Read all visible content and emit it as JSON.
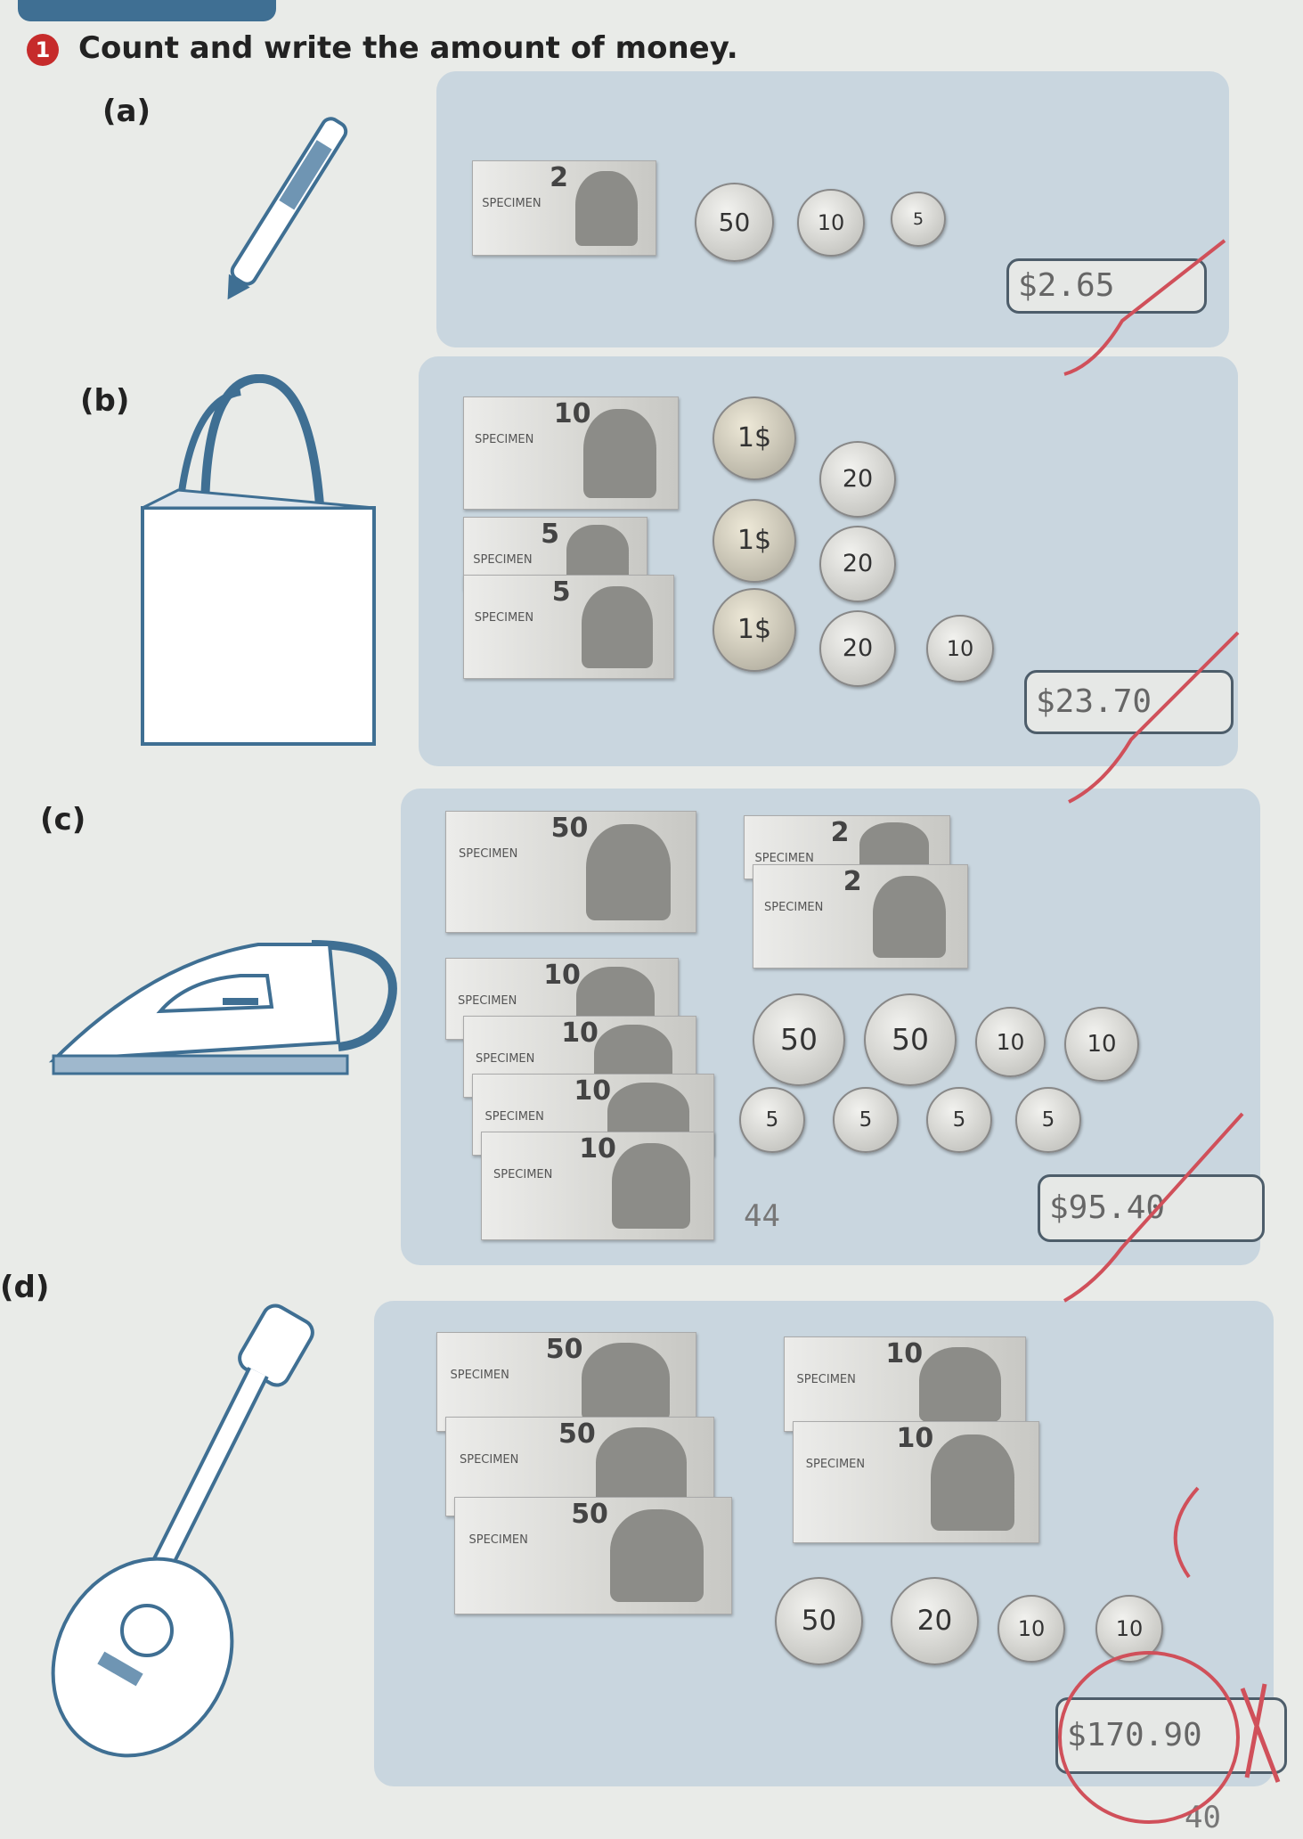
{
  "question": {
    "number": "1",
    "text": "Count and write the amount of money."
  },
  "sections": [
    {
      "label": "(a)",
      "item": "pencil",
      "notes": [
        "2"
      ],
      "coins": [
        "50",
        "10",
        "5"
      ],
      "answer": "$2.65",
      "mark": "tick"
    },
    {
      "label": "(b)",
      "item": "bag",
      "notes": [
        "10",
        "5",
        "5"
      ],
      "coins": [
        "1$",
        "20",
        "1$",
        "20",
        "1$",
        "20",
        "10"
      ],
      "answer": "$23.70",
      "mark": "tick"
    },
    {
      "label": "(c)",
      "item": "iron",
      "notes": [
        "50",
        "2",
        "2",
        "10",
        "10",
        "10",
        "10"
      ],
      "coins": [
        "50",
        "50",
        "10",
        "10",
        "5",
        "5",
        "5",
        "5"
      ],
      "answer": "$95.40",
      "mark": "tick",
      "working": "44"
    },
    {
      "label": "(d)",
      "item": "ukulele",
      "notes": [
        "50",
        "50",
        "50",
        "10",
        "10"
      ],
      "coins": [
        "50",
        "20",
        "10",
        "10"
      ],
      "answer": "$170.90",
      "mark": "cross",
      "correction": "40"
    }
  ],
  "note_watermark": "SPECIMEN",
  "colors": {
    "panel": "#c9d6df",
    "accent": "#3f6f93",
    "teacher_pen": "#d0505a",
    "number_badge": "#c62b2b"
  }
}
